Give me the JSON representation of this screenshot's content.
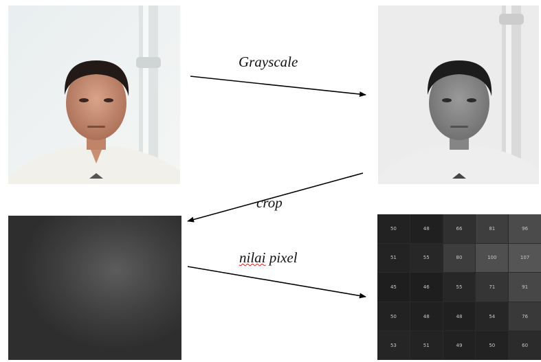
{
  "labels": {
    "grayscale": "Grayscale",
    "crop": "crop",
    "pixel_prefix": "nilai",
    "pixel_suffix": " pixel"
  },
  "pixel_values": [
    [
      "50",
      "48",
      "66",
      "81",
      "96"
    ],
    [
      "51",
      "55",
      "80",
      "100",
      "107"
    ],
    [
      "45",
      "46",
      "55",
      "71",
      "91"
    ],
    [
      "50",
      "48",
      "48",
      "54",
      "76"
    ],
    [
      "53",
      "51",
      "49",
      "50",
      "60"
    ]
  ],
  "colors": {
    "arrow": "#000000",
    "spellcheck_underline": "#e02020"
  }
}
